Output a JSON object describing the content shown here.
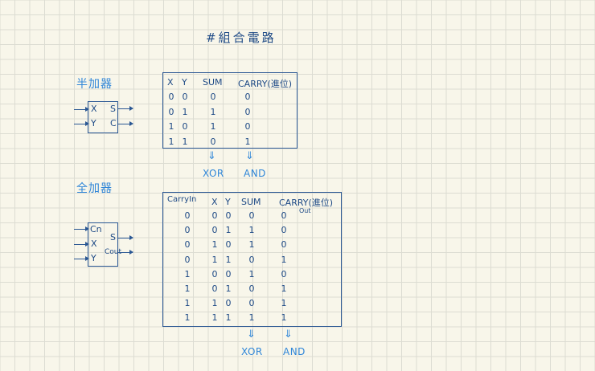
{
  "title": "#組合電路",
  "half_adder": {
    "label": "半加器",
    "inputs": [
      "X",
      "Y"
    ],
    "outputs": [
      "S",
      "C"
    ],
    "table": {
      "headers": [
        "X",
        "Y",
        "SUM",
        "CARRY(進位)"
      ],
      "rows": [
        [
          "0",
          "0",
          "0",
          "0"
        ],
        [
          "0",
          "1",
          "1",
          "0"
        ],
        [
          "1",
          "0",
          "1",
          "0"
        ],
        [
          "1",
          "1",
          "0",
          "1"
        ]
      ]
    },
    "gates": {
      "sum_arrow": "⇓",
      "sum_gate": "XOR",
      "carry_arrow": "⇓",
      "carry_gate": "AND"
    }
  },
  "full_adder": {
    "label": "全加器",
    "inputs": [
      "Cn",
      "X",
      "Y"
    ],
    "outputs": [
      "S",
      "Cout"
    ],
    "table": {
      "headers": [
        "CarryIn",
        "X",
        "Y",
        "SUM",
        "CARRY(進位)"
      ],
      "header_note": "Out",
      "rows": [
        [
          "0",
          "0",
          "0",
          "0",
          "0"
        ],
        [
          "0",
          "0",
          "1",
          "1",
          "0"
        ],
        [
          "0",
          "1",
          "0",
          "1",
          "0"
        ],
        [
          "0",
          "1",
          "1",
          "0",
          "1"
        ],
        [
          "1",
          "0",
          "0",
          "1",
          "0"
        ],
        [
          "1",
          "0",
          "1",
          "0",
          "1"
        ],
        [
          "1",
          "1",
          "0",
          "0",
          "1"
        ],
        [
          "1",
          "1",
          "1",
          "1",
          "1"
        ]
      ]
    },
    "gates": {
      "sum_arrow": "⇓",
      "sum_gate": "XOR",
      "carry_arrow": "⇓",
      "carry_gate": "AND"
    }
  },
  "colors": {
    "paper": "#f8f6ea",
    "grid": "#dcdcd2",
    "ink_dark": "#1e4a86",
    "ink_light": "#2f86d8"
  }
}
